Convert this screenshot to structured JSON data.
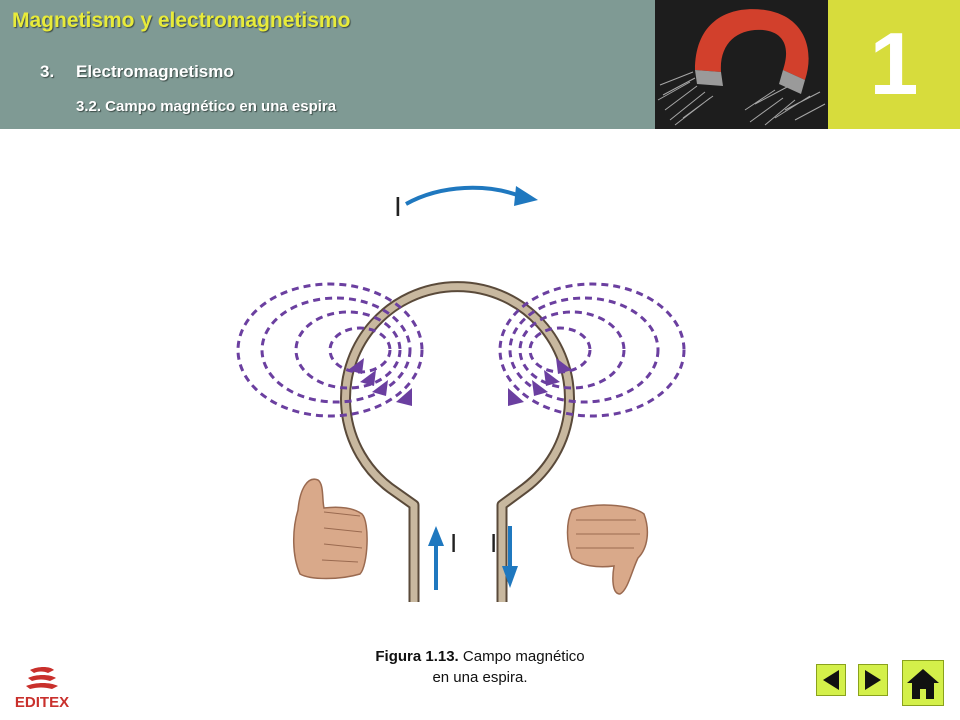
{
  "header": {
    "title": "Magnetismo y electromagnetismo",
    "section_number": "3.",
    "section_label": "Electromagnetismo",
    "subsection": "3.2. Campo magnético en una espira",
    "unit_number": "1"
  },
  "figure": {
    "labels": {
      "top_current": "I",
      "left_current": "I",
      "right_current": "I"
    },
    "caption_bold": "Figura 1.13.",
    "caption_line1": " Campo magnético",
    "caption_line2": "en una espira."
  },
  "footer": {
    "logo_text": "EDITEX"
  },
  "colors": {
    "header_bg": "#7f9a94",
    "title": "#e8eb3a",
    "badge": "#d7dc3c",
    "loop": "#c8b89f",
    "field_lines": "#6b3fa0",
    "current_arrows": "#1f78bf",
    "nav": "#d4f04a"
  },
  "icons": {
    "magnet_photo": "horseshoe-magnet-photo",
    "thumb_up": "thumb-up-hand",
    "thumb_down": "thumb-down-hand",
    "prev": "triangle-left-icon",
    "next": "triangle-right-icon",
    "home": "home-icon"
  }
}
